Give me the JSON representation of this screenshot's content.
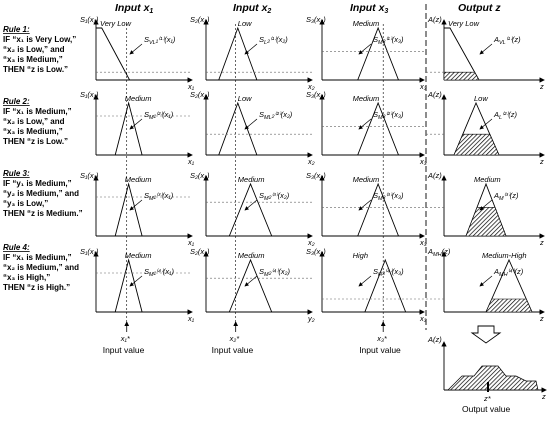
{
  "headers": {
    "x1": "Input x",
    "x1_sub": "1",
    "x2": "Input x",
    "x2_sub": "2",
    "x3": "Input x",
    "x3_sub": "3",
    "z": "Output z"
  },
  "rules": [
    {
      "title": "Rule 1",
      "lines": [
        "IF “x₁ is Very Low,”",
        "“x₂ is Low,” and",
        "“x₃ is Medium,”",
        "THEN “z is Low.”"
      ]
    },
    {
      "title": "Rule 2",
      "lines": [
        "IF “x₁ is Medium,”",
        "“x₂ is Low,” and",
        "“x₃ is Medium,”",
        "THEN “z is Low.”"
      ]
    },
    {
      "title": "Rule 3",
      "lines": [
        "IF “y₁ is Medium,”",
        "“y₂ is Medium,” and",
        "“y₃ is Low,”",
        "THEN “z is Medium.”"
      ]
    },
    {
      "title": "Rule 4",
      "lines": [
        "IF “x₁ is Medium,”",
        "“x₂ is Medium,” and",
        "“x₃ is High,”",
        "THEN “z is High.”"
      ]
    }
  ],
  "plots": [
    [
      {
        "ylabel": "S₁(x₁)",
        "xlabel": "x₁",
        "set": "Very Low",
        "mf": "S_VL₁⁽¹⁾(x₁)",
        "shape": "vl",
        "level": 0.15
      },
      {
        "ylabel": "S₂(x₂)",
        "xlabel": "x₂",
        "set": "Low",
        "mf": "S_L₂⁽¹⁾(x₂)",
        "shape": "tri",
        "level": 0.15
      },
      {
        "ylabel": "S₃(x₃)",
        "xlabel": "x₃",
        "set": "Medium",
        "mf": "S_M₃⁽¹⁾(x₃)",
        "shape": "tri",
        "level": 0.55
      },
      {
        "ylabel": "A(z)",
        "xlabel": "z",
        "set": "Very Low",
        "mf": "A_VL⁽¹⁾(z)",
        "shape": "vl",
        "level": 0.15
      }
    ],
    [
      {
        "ylabel": "S₁(x₁)",
        "xlabel": "x₁",
        "set": "Medium",
        "mf": "S_M₁⁽²⁾(x₁)",
        "shape": "tri",
        "level": 0.75
      },
      {
        "ylabel": "S₂(x₂)",
        "xlabel": "x₂",
        "set": "Low",
        "mf": "S_ML₂⁽²⁾(x₂)",
        "shape": "tri",
        "level": 0.4
      },
      {
        "ylabel": "S₃(x₃)",
        "xlabel": "x₃",
        "set": "Medium",
        "mf": "S_M₃⁽²⁾(x₃)",
        "shape": "tri",
        "level": 0.55
      },
      {
        "ylabel": "A(z)",
        "xlabel": "z",
        "set": "Low",
        "mf": "A_L⁽²⁾(z)",
        "shape": "tri",
        "level": 0.4
      }
    ],
    [
      {
        "ylabel": "S₁(x₁)",
        "xlabel": "x₁",
        "set": "Medium",
        "mf": "S_M₁⁽³⁾(x₁)",
        "shape": "tri",
        "level": 0.75
      },
      {
        "ylabel": "S₂(x₂)",
        "xlabel": "x₂",
        "set": "Medium",
        "mf": "S_M₂⁽³⁾(x₂)",
        "shape": "tri",
        "level": 0.65
      },
      {
        "ylabel": "S₃(x₃)",
        "xlabel": "x₃",
        "set": "Medium",
        "mf": "S_M₃⁽³⁾(x₃)",
        "shape": "tri",
        "level": 0.55
      },
      {
        "ylabel": "A(z)",
        "xlabel": "z",
        "set": "Medium",
        "mf": "A_M⁽³⁾(z)",
        "shape": "tri",
        "level": 0.55
      }
    ],
    [
      {
        "ylabel": "S₁(x₁)",
        "xlabel": "x₁",
        "set": "Medium",
        "mf": "S_M₁⁽⁴⁾(x₁)",
        "shape": "tri",
        "level": 0.75
      },
      {
        "ylabel": "S₂(x₂)",
        "xlabel": "y₂",
        "set": "Medium",
        "mf": "S_M₂⁽⁴⁾(x₂)",
        "shape": "tri",
        "level": 0.65
      },
      {
        "ylabel": "S₃(x₃)",
        "xlabel": "x₃",
        "set": "High",
        "mf": "S_H₃⁽⁴⁾(x₃)",
        "shape": "tri",
        "level": 0.25
      },
      {
        "ylabel": "A_MH(z)",
        "xlabel": "z",
        "set": "Medium-High",
        "mf": "A_MH⁽⁴⁾(z)",
        "shape": "tri",
        "level": 0.25
      }
    ]
  ],
  "inputs": [
    {
      "label": "x₁*",
      "caption": "Input value"
    },
    {
      "label": "x₂*",
      "caption": "Input value"
    },
    {
      "label": "x₃*",
      "caption": "Input value"
    }
  ],
  "output": {
    "ylabel": "A(z)",
    "xlabel": "z",
    "marker": "z*",
    "caption": "Output value"
  }
}
